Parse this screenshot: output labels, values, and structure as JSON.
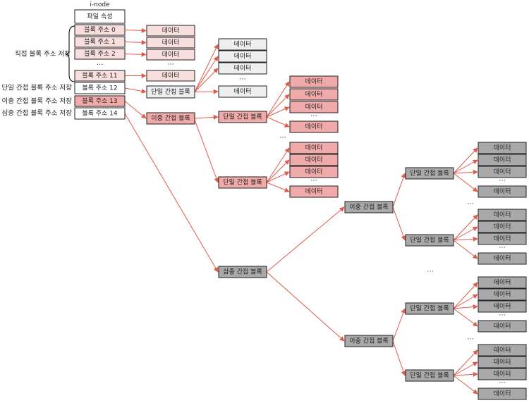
{
  "inode": {
    "title": "i-node",
    "rows": [
      {
        "text": "파일 속성",
        "kind": "attr"
      },
      {
        "text": "블록 주소 0",
        "kind": "direct"
      },
      {
        "text": "블록 주소 1",
        "kind": "direct"
      },
      {
        "text": "블록 주소 2",
        "kind": "direct"
      },
      {
        "text": "···",
        "kind": "gap"
      },
      {
        "text": "블록 주소 11",
        "kind": "direct"
      },
      {
        "text": "블록 주소 12",
        "kind": "single"
      },
      {
        "text": "블록 주소 13",
        "kind": "double"
      },
      {
        "text": "블록 주소 14",
        "kind": "triple"
      }
    ]
  },
  "left_labels": {
    "direct": "직접 블록 주소 저장",
    "single": "단일 간접 블록 주소 저장",
    "double": "이중 간접 블록 주소 저장",
    "triple": "삼중 간접 블록 주소 저장"
  },
  "block_labels": {
    "data": "데이터",
    "single_indirect": "단일 간접 블록",
    "double_indirect": "이중 간접 블록",
    "triple_indirect": "삼중 간접 블록"
  },
  "ellipsis": "···",
  "colors": {
    "direct": "#f9dede",
    "single": "#eeeeee",
    "double": "#f0aaaa",
    "triple": "#a9a9a9",
    "attr": "#ffffff",
    "arrow": "#e05a4a",
    "border": "#222222"
  }
}
